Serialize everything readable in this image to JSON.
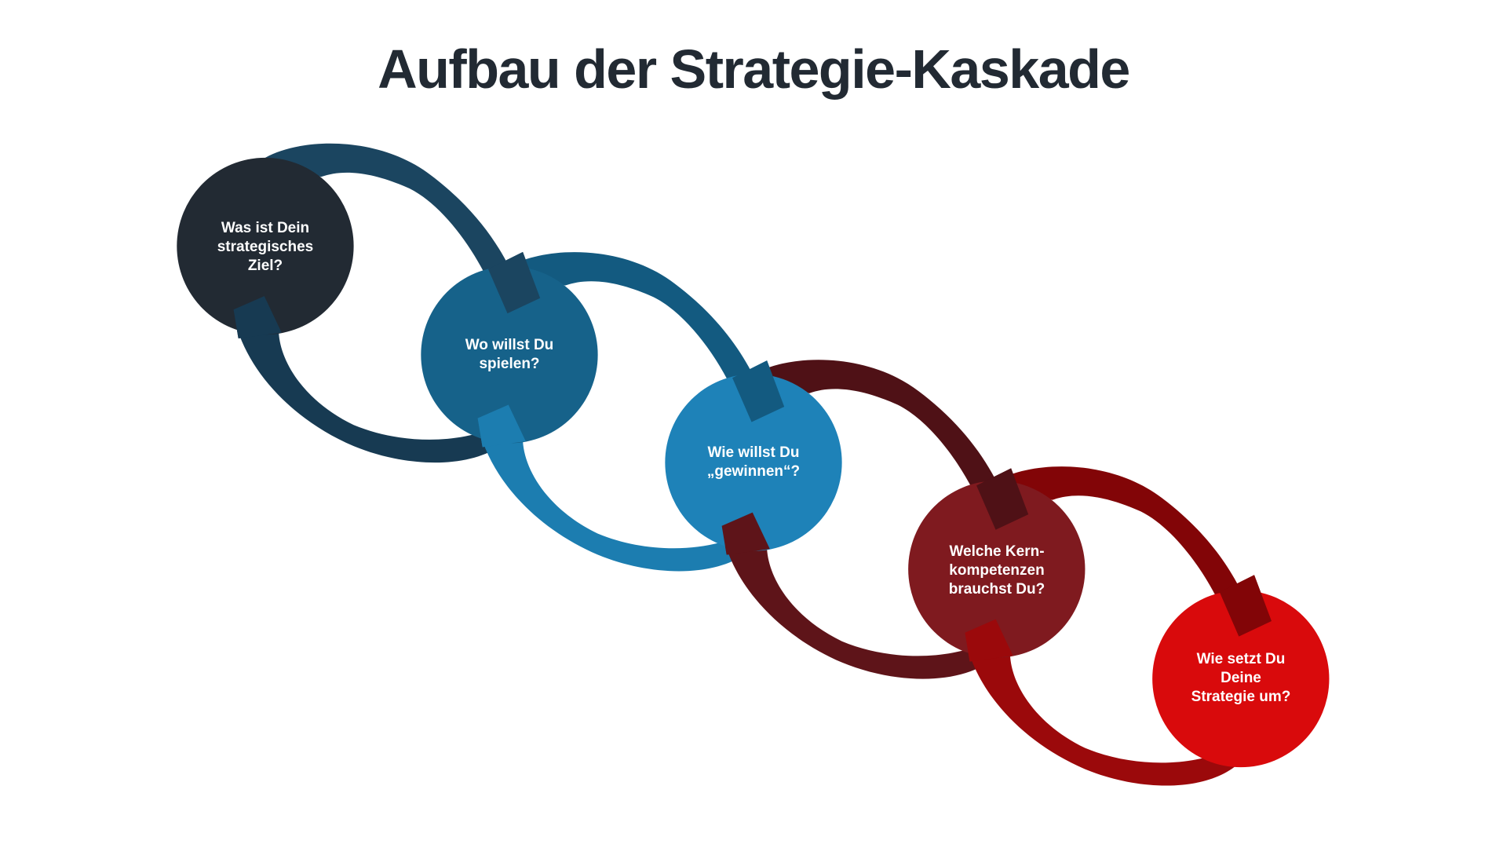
{
  "title": "Aufbau der Strategie-Kaskade",
  "steps": [
    {
      "label": "Was ist Dein strategisches Ziel?",
      "lines": [
        "Was ist Dein",
        "strategisches",
        "Ziel?"
      ],
      "color": "#222a33"
    },
    {
      "label": "Wo willst Du spielen?",
      "lines": [
        "Wo willst Du",
        "spielen?"
      ],
      "color": "#16628a"
    },
    {
      "label": "Wie willst Du „gewinnen“?",
      "lines": [
        "Wie willst Du",
        "„gewinnen“?"
      ],
      "color": "#1e82b8"
    },
    {
      "label": "Welche Kern-kompetenzen brauchst Du?",
      "lines": [
        "Welche Kern-",
        "kompetenzen",
        "brauchst Du?"
      ],
      "color": "#7f1a1f"
    },
    {
      "label": "Wie setzt Du Deine Strategie um?",
      "lines": [
        "Wie setzt Du",
        "Deine",
        "Strategie um?"
      ],
      "color": "#d90a0c"
    }
  ],
  "connectors": [
    {
      "top": "#1b4560",
      "bottom": "#173a52"
    },
    {
      "top": "#16628a",
      "bottom": "#1c7db0"
    },
    {
      "top": "#4f1116",
      "bottom": "#5e1419"
    },
    {
      "top": "#820507",
      "bottom": "#9b090b"
    }
  ]
}
